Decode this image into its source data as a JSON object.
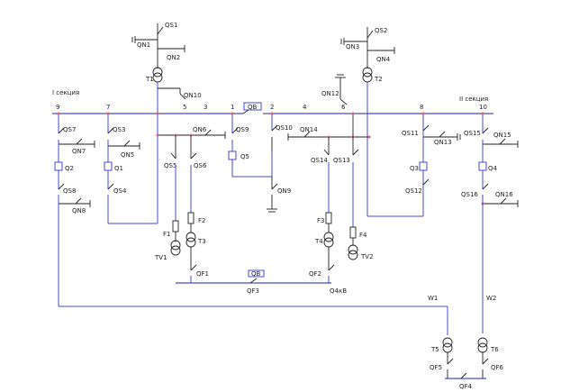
{
  "labels": {
    "QS1": "QS1",
    "QN1": "QN1",
    "QN2": "QN2",
    "T1": "T1",
    "QN10": "QN10",
    "QS2": "QS2",
    "QN3": "QN3",
    "QN4": "QN4",
    "T2": "T2",
    "QN12": "QN12",
    "sec1": "I секция",
    "sec2": "II секция",
    "n9": "9",
    "n7": "7",
    "n5": "5",
    "n3": "3",
    "n1": "1",
    "n2": "2",
    "n4": "4",
    "n6": "6",
    "n8": "8",
    "n10": "10",
    "QB_top": "QB",
    "QS7": "QS7",
    "QN7": "QN7",
    "Q2": "Q2",
    "QS8": "QS8",
    "QN8": "QN8",
    "QS3": "QS3",
    "QN5": "QN5",
    "Q1": "Q1",
    "QS4": "QS4",
    "QN6": "QN6",
    "QS5": "QS5",
    "QS6": "QS6",
    "QS9": "QS9",
    "Q5": "Q5",
    "QS10": "QS10",
    "QN9": "QN9",
    "QN14": "QN14",
    "QS14": "QS14",
    "QS13": "QS13",
    "QS11": "QS11",
    "QN13": "QN13",
    "Q3": "Q3",
    "QS12": "QS12",
    "QS15": "QS15",
    "QN15": "QN15",
    "Q4": "Q4",
    "QS16": "QS16",
    "QN16": "QN16",
    "F1": "F1",
    "F2": "F2",
    "T3": "T3",
    "TV1": "TV1",
    "QF1": "QF1",
    "F3": "F3",
    "F4": "F4",
    "T4": "T4",
    "TV2": "TV2",
    "QF2": "QF2",
    "QB_mid": "QB",
    "QF3": "QF3",
    "Q4kB": "Q4кВ",
    "W1": "W1",
    "W2": "W2",
    "T5": "T5",
    "T6": "T6",
    "QF5": "QF5",
    "QF6": "QF6",
    "QF4": "QF4"
  }
}
